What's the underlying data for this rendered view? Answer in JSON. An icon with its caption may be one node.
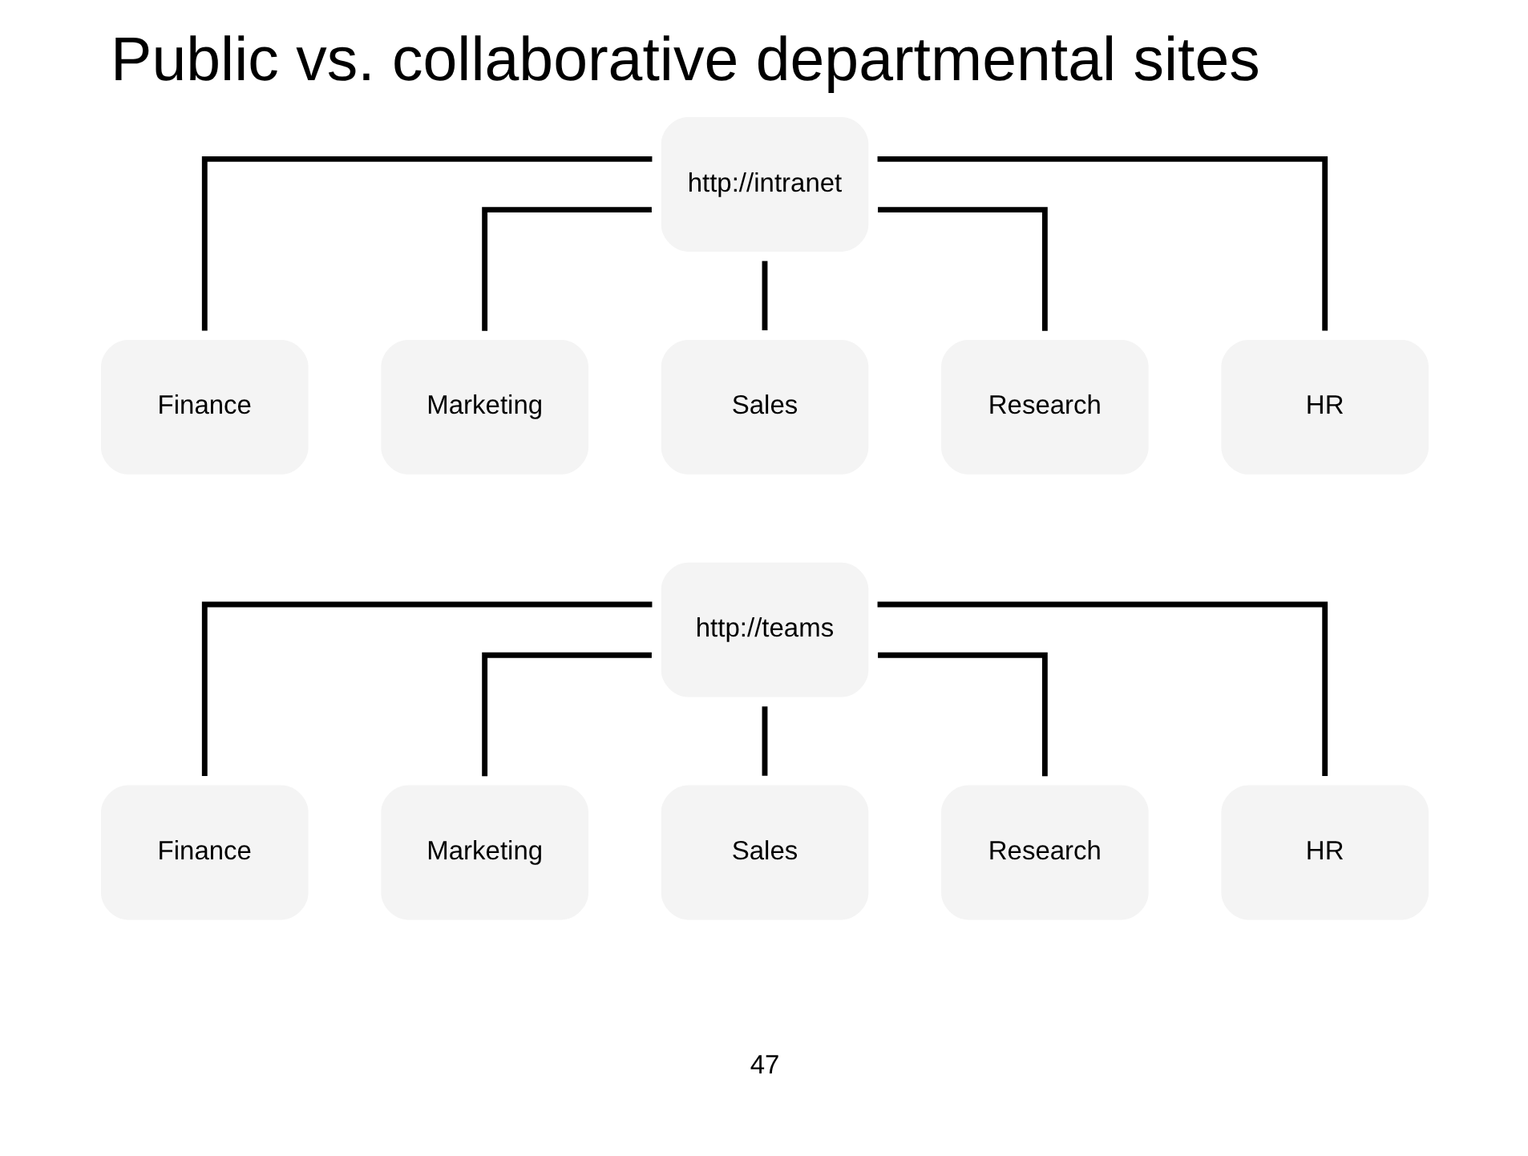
{
  "diagram": {
    "title": "Public vs. collaborative departmental sites",
    "nodes": [
      {
        "text": [
          "http://intranet"
        ]
      },
      {
        "text": [
          "Finance"
        ]
      },
      {
        "text": [
          "Marketing"
        ]
      },
      {
        "text": [
          "Sales"
        ]
      },
      {
        "text": [
          "Research"
        ]
      },
      {
        "text": [
          "HR"
        ]
      },
      {
        "text": [
          "http://teams"
        ]
      },
      {
        "text": [
          "Finance"
        ]
      },
      {
        "text": [
          "Marketing"
        ]
      },
      {
        "text": [
          "Sales"
        ]
      },
      {
        "text": [
          "Research"
        ]
      },
      {
        "text": [
          "HR"
        ]
      }
    ],
    "edges": [
      {
        "from": 0,
        "to": 1,
        "arrow": "none"
      },
      {
        "from": 0,
        "to": 2,
        "arrow": "none"
      },
      {
        "from": 0,
        "to": 3,
        "arrow": "none"
      },
      {
        "from": 0,
        "to": 4,
        "arrow": "none"
      },
      {
        "from": 0,
        "to": 5,
        "arrow": "none"
      },
      {
        "from": 6,
        "to": 7,
        "arrow": "none"
      },
      {
        "from": 6,
        "to": 8,
        "arrow": "none"
      },
      {
        "from": 6,
        "to": 9,
        "arrow": "none"
      },
      {
        "from": 6,
        "to": 10,
        "arrow": "none"
      },
      {
        "from": 6,
        "to": 11,
        "arrow": "none"
      }
    ],
    "labels": [
      "47"
    ]
  }
}
